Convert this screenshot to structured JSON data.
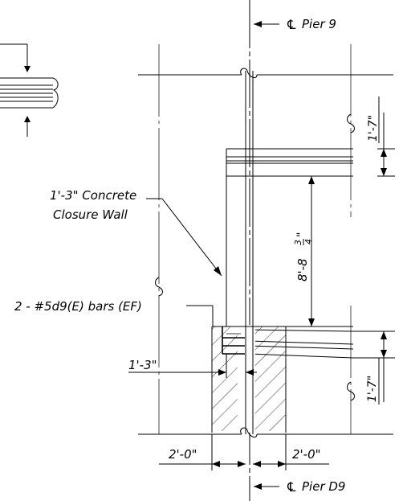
{
  "labels": {
    "pier_top_symbol": "℄",
    "pier_top_text": "Pier 9",
    "pier_bottom_symbol": "℄",
    "pier_bottom_text": "Pier D9",
    "wall_line1": "1'-3\" Concrete",
    "wall_line2": "Closure Wall",
    "bars_callout": "2  -  #5d9(E) bars (EF)",
    "wall_thickness": "1'-3\"",
    "dim_top_right": "1'-7\"",
    "dim_bottom_right": "1'-7\"",
    "dim_height_main": "8'-8",
    "dim_height_frac_num": "3",
    "dim_height_frac_den": "4",
    "dim_height_inch": "\"",
    "dim_left_bottom": "2'-0\"",
    "dim_right_bottom": "2'-0\""
  }
}
